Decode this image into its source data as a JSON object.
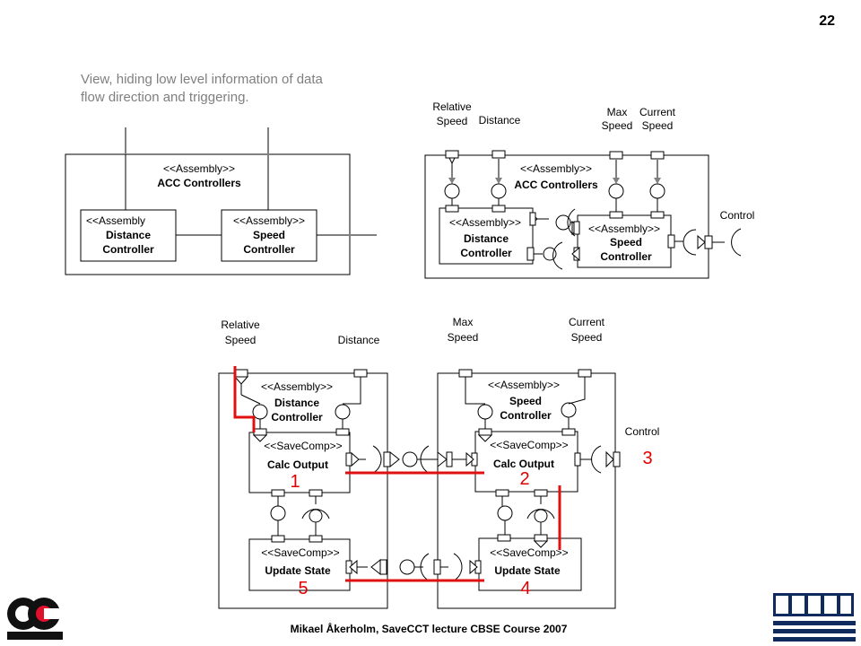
{
  "slide": {
    "page_number": "22",
    "note_line1": "View, hiding low level information of data",
    "note_line2": "flow direction and triggering.",
    "footer": "Mikael Åkerholm,  SaveCCT  lecture CBSE Course 2007"
  },
  "diagram1": {
    "assembly_stereo": "<<Assembly>>",
    "assembly_name": "ACC Controllers",
    "distance": {
      "stereo": "<<Assembly",
      "line1": "Distance",
      "line2": "Controller"
    },
    "speed": {
      "stereo": "<<Assembly>>",
      "line1": "Speed",
      "line2": "Controller"
    }
  },
  "diagram2": {
    "inputs": {
      "relative_speed_1": "Relative",
      "relative_speed_2": "Speed",
      "distance": "Distance",
      "max_speed_1": "Max",
      "max_speed_2": "Speed",
      "current_speed_1": "Current",
      "current_speed_2": "Speed"
    },
    "assembly_stereo": "<<Assembly>>",
    "assembly_name": "ACC Controllers",
    "distance": {
      "stereo": "<<Assembly>>",
      "line1": "Distance",
      "line2": "Controller"
    },
    "speed": {
      "stereo": "<<Assembly>>",
      "line1": "Speed",
      "line2": "Controller"
    },
    "control": "Control"
  },
  "diagram3": {
    "inputs": {
      "relative_speed_1": "Relative",
      "relative_speed_2": "Speed",
      "distance": "Distance",
      "max_speed_1": "Max",
      "max_speed_2": "Speed",
      "current_speed_1": "Current",
      "current_speed_2": "Speed"
    },
    "left_assembly": {
      "stereo": "<<Assembly>>",
      "line1": "Distance",
      "line2": "Controller"
    },
    "right_assembly": {
      "stereo": "<<Assembly>>",
      "line1": "Speed",
      "line2": "Controller"
    },
    "savecomp_stereo": "<<SaveComp>>",
    "calc_output": "Calc Output",
    "update_state": "Update  State",
    "control": "Control",
    "steps": [
      "1",
      "2",
      "3",
      "4",
      "5"
    ]
  },
  "colors": {
    "highlight": "#e01010",
    "connector": "#808080"
  }
}
